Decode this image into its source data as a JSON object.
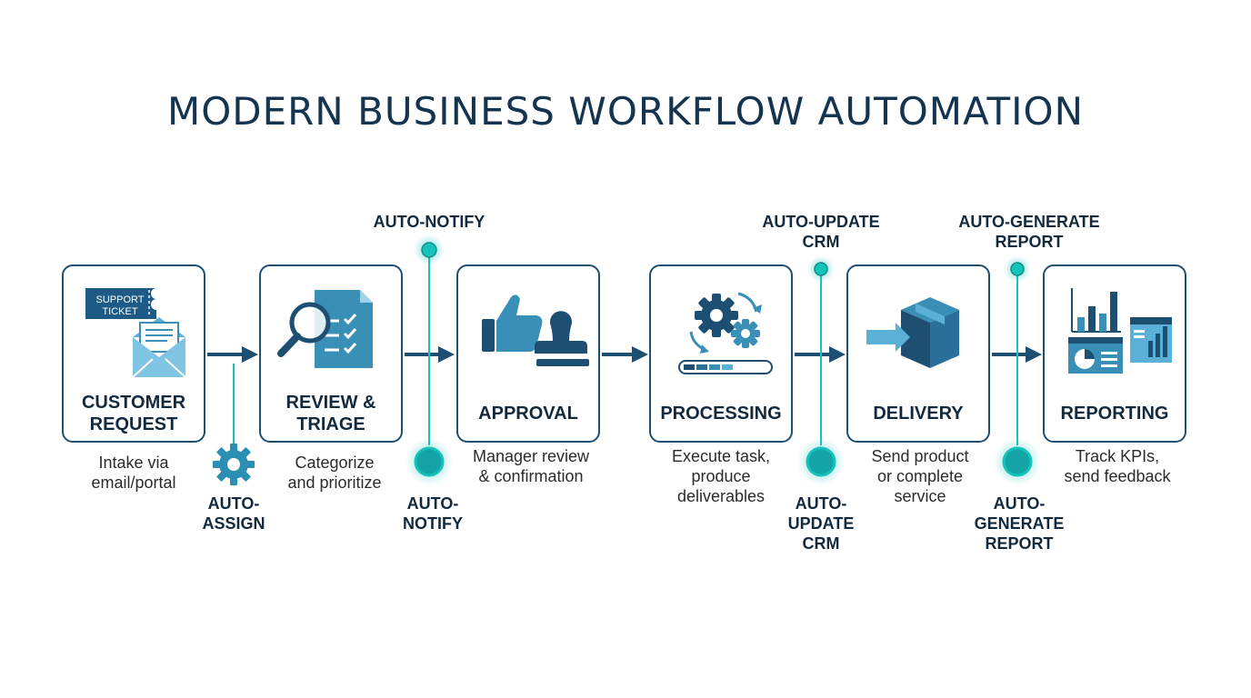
{
  "title": "MODERN BUSINESS WORKFLOW AUTOMATION",
  "colors": {
    "dark_blue": "#1d4f73",
    "mid_blue": "#3a8fb7",
    "teal": "#14c4bb",
    "text": "#13293d"
  },
  "stages": [
    {
      "name": "CUSTOMER\nREQUEST",
      "description": "Intake via\nemail/portal",
      "icon": "support-ticket-envelope-icon",
      "ticket_text": [
        "SUPPORT",
        "TICKET"
      ]
    },
    {
      "name": "REVIEW &\nTRIAGE",
      "description": "Categorize\nand prioritize",
      "icon": "magnifier-checklist-icon"
    },
    {
      "name": "APPROVAL",
      "description": "Manager review\n& confirmation",
      "icon": "thumbs-up-stamp-icon"
    },
    {
      "name": "PROCESSING",
      "description": "Execute task,\nproduce\ndeliverables",
      "icon": "gears-progress-icon"
    },
    {
      "name": "DELIVERY",
      "description": "Send product\nor complete\nservice",
      "icon": "package-arrow-icon"
    },
    {
      "name": "REPORTING",
      "description": "Track KPIs,\nsend feedback",
      "icon": "charts-dashboard-icon"
    }
  ],
  "automations": {
    "auto_assign": "AUTO-\nASSIGN",
    "auto_notify_top": "AUTO-NOTIFY",
    "auto_notify_bottom": "AUTO-\nNOTIFY",
    "auto_update_top": "AUTO-UPDATE\nCRM",
    "auto_update_bottom": "AUTO-\nUPDATE\nCRM",
    "auto_generate_top": "AUTO-GENERATE\nREPORT",
    "auto_generate_bottom": "AUTO-\nGENERATE\nREPORT"
  }
}
